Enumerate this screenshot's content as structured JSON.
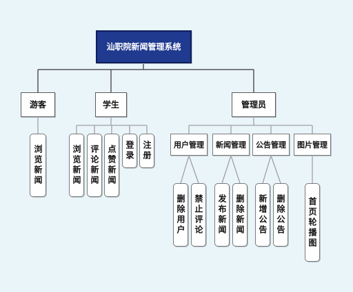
{
  "root": "汕职院新闻管理系统",
  "roles": {
    "visitor": {
      "label": "游客",
      "items": [
        "浏览新闻"
      ]
    },
    "student": {
      "label": "学生",
      "items": [
        "浏览新闻",
        "评论新闻",
        "点赞新闻",
        "登录",
        "注册"
      ]
    },
    "admin": {
      "label": "管理员",
      "groups": [
        {
          "label": "用户管理",
          "items": [
            "删除用户",
            "禁止评论"
          ]
        },
        {
          "label": "新闻管理",
          "items": [
            "发布新闻",
            "删除新闻"
          ]
        },
        {
          "label": "公告管理",
          "items": [
            "新增公告",
            "删除公告"
          ]
        },
        {
          "label": "图片管理",
          "items": [
            "首页轮播图"
          ]
        }
      ]
    }
  }
}
